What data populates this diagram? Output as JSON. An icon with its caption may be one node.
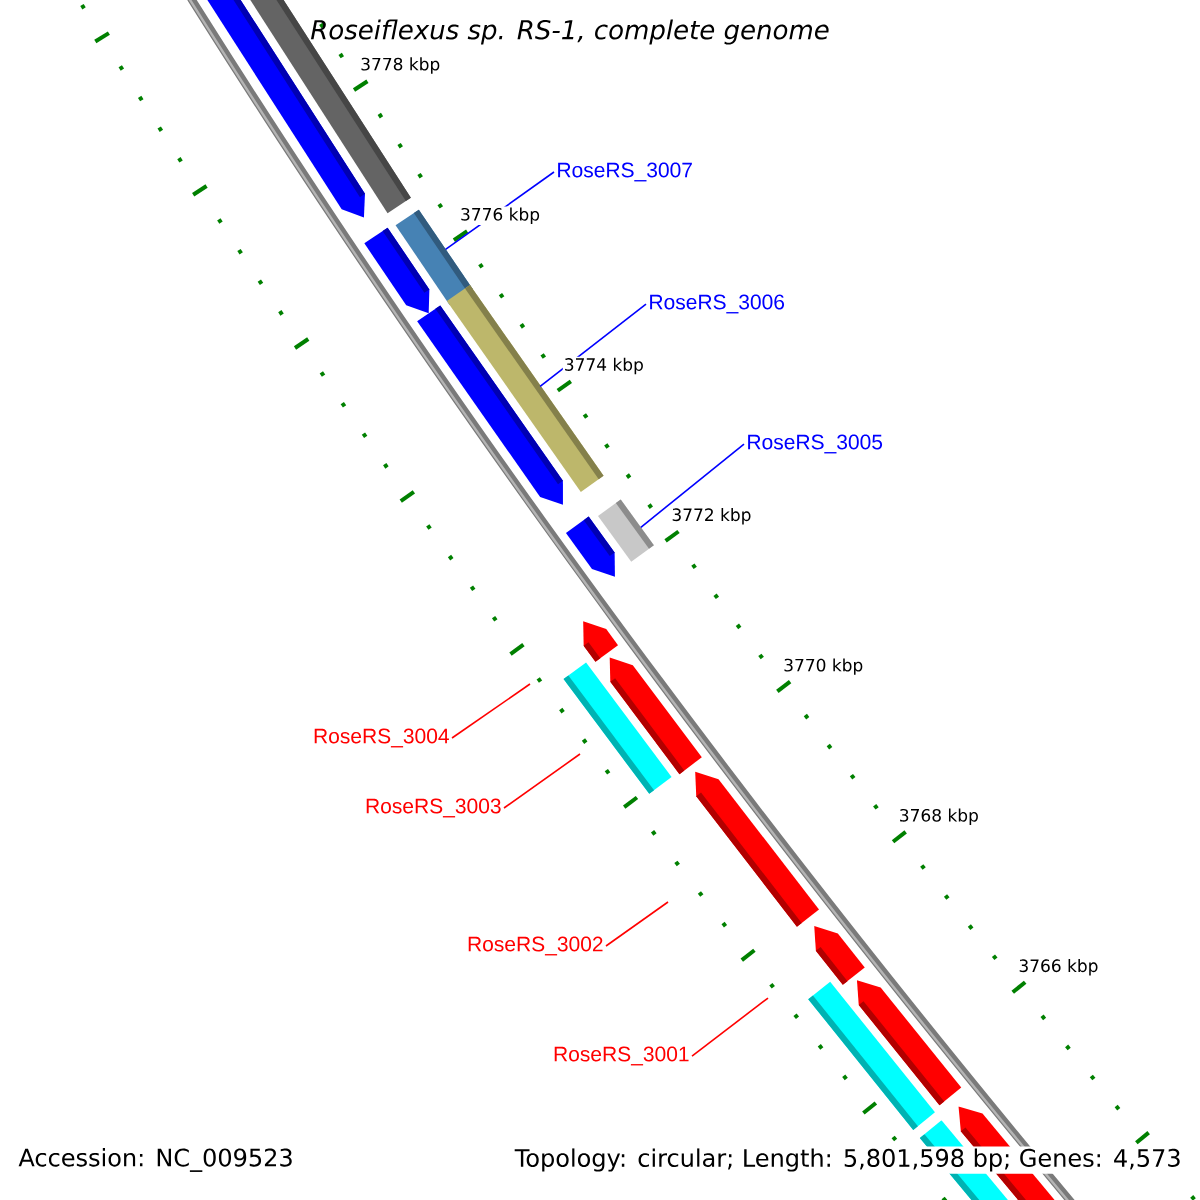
{
  "diagram": {
    "title": "Roseiflexus sp. RS-1, complete genome",
    "nodes": [
      {
        "text": [
          "RoseRS_3007"
        ]
      },
      {
        "text": [
          "RoseRS_3006"
        ]
      },
      {
        "text": [
          "RoseRS_3005"
        ]
      },
      {
        "text": [
          "RoseRS_3004"
        ]
      },
      {
        "text": [
          "RoseRS_3003"
        ]
      },
      {
        "text": [
          "RoseRS_3002"
        ]
      },
      {
        "text": [
          "RoseRS_3001"
        ]
      },
      {
        "text": [],
        "shape": "bar"
      },
      {
        "text": [],
        "shape": "bar"
      },
      {
        "text": [],
        "shape": "bar"
      }
    ],
    "edges": [
      {
        "from": 0,
        "to": 7,
        "arrow": "none",
        "color": "#0000ff"
      },
      {
        "from": 1,
        "to": 8,
        "arrow": "none",
        "color": "#0000ff"
      },
      {
        "from": 2,
        "to": 9,
        "arrow": "none",
        "color": "#0000ff"
      },
      {
        "from": 3,
        "to": null,
        "arrow": "none"
      },
      {
        "from": 4,
        "to": null,
        "arrow": "none"
      },
      {
        "from": 5,
        "to": null,
        "arrow": "none"
      },
      {
        "from": 6,
        "to": null,
        "arrow": "none"
      }
    ],
    "labels": [
      "3778 kbp",
      "3776 kbp",
      "3774 kbp",
      "3772 kbp",
      "3770 kbp",
      "3768 kbp",
      "3766 kbp",
      "Accession: NC_009523",
      "Topology: circular; Length: 5,801,598 bp; Genes: 4,573"
    ]
  }
}
